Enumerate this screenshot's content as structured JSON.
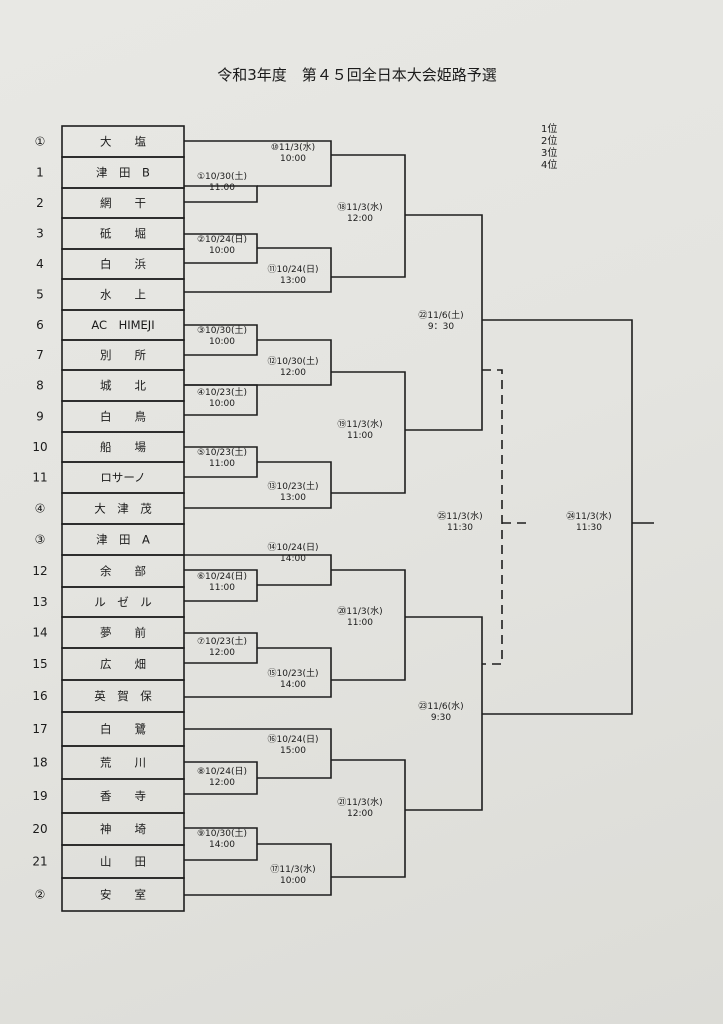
{
  "title": "令和3年度　第４５回全日本大会姫路予選",
  "ranks": [
    "1位",
    "2位",
    "3位",
    "4位"
  ],
  "teams": [
    {
      "seed": "①",
      "name": "大　　塩"
    },
    {
      "seed": "1",
      "name": "津　田　B"
    },
    {
      "seed": "2",
      "name": "網　　干"
    },
    {
      "seed": "3",
      "name": "砥　　堀"
    },
    {
      "seed": "4",
      "name": "白　　浜"
    },
    {
      "seed": "5",
      "name": "水　　上"
    },
    {
      "seed": "6",
      "name": "AC　HIMEJI"
    },
    {
      "seed": "7",
      "name": "別　　所"
    },
    {
      "seed": "8",
      "name": "城　　北"
    },
    {
      "seed": "9",
      "name": "白　　鳥"
    },
    {
      "seed": "10",
      "name": "船　　場"
    },
    {
      "seed": "11",
      "name": "ロサーノ"
    },
    {
      "seed": "④",
      "name": "大　津　茂"
    },
    {
      "seed": "③",
      "name": "津　田　A"
    },
    {
      "seed": "12",
      "name": "余　　部"
    },
    {
      "seed": "13",
      "name": "ル　ゼ　ル"
    },
    {
      "seed": "14",
      "name": "夢　　前"
    },
    {
      "seed": "15",
      "name": "広　　畑"
    },
    {
      "seed": "16",
      "name": "英　賀　保"
    },
    {
      "seed": "17",
      "name": "白　　鷺"
    },
    {
      "seed": "18",
      "name": "荒　　川"
    },
    {
      "seed": "19",
      "name": "香　　寺"
    },
    {
      "seed": "20",
      "name": "神　　埼"
    },
    {
      "seed": "21",
      "name": "山　　田"
    },
    {
      "seed": "②",
      "name": "安　　室"
    }
  ],
  "matches": [
    {
      "id": "m1",
      "date": "①10/30(土)",
      "time": "11:00"
    },
    {
      "id": "m2",
      "date": "②10/24(日)",
      "time": "10:00"
    },
    {
      "id": "m3",
      "date": "③10/30(土)",
      "time": "10:00"
    },
    {
      "id": "m4",
      "date": "④10/23(土)",
      "time": "10:00"
    },
    {
      "id": "m5",
      "date": "⑤10/23(土)",
      "time": "11:00"
    },
    {
      "id": "m6",
      "date": "⑥10/24(日)",
      "time": "11:00"
    },
    {
      "id": "m7",
      "date": "⑦10/23(土)",
      "time": "12:00"
    },
    {
      "id": "m8",
      "date": "⑧10/24(日)",
      "time": "12:00"
    },
    {
      "id": "m9",
      "date": "⑨10/30(土)",
      "time": "14:00"
    },
    {
      "id": "m10",
      "date": "⑩11/3(水)",
      "time": "10:00"
    },
    {
      "id": "m11",
      "date": "⑪10/24(日)",
      "time": "13:00"
    },
    {
      "id": "m12",
      "date": "⑫10/30(土)",
      "time": "12:00"
    },
    {
      "id": "m13",
      "date": "⑬10/23(土)",
      "time": "13:00"
    },
    {
      "id": "m14",
      "date": "⑭10/24(日)",
      "time": "14:00"
    },
    {
      "id": "m15",
      "date": "⑮10/23(土)",
      "time": "14:00"
    },
    {
      "id": "m16",
      "date": "⑯10/24(日)",
      "time": "15:00"
    },
    {
      "id": "m17",
      "date": "⑰11/3(水)",
      "time": "10:00"
    },
    {
      "id": "m18",
      "date": "⑱11/3(水)",
      "time": "12:00"
    },
    {
      "id": "m19",
      "date": "⑲11/3(水)",
      "time": "11:00"
    },
    {
      "id": "m20",
      "date": "⑳11/3(水)",
      "time": "11:00"
    },
    {
      "id": "m21",
      "date": "㉑11/3(水)",
      "time": "12:00"
    },
    {
      "id": "m22",
      "date": "㉒11/6(土)",
      "time": "9：30"
    },
    {
      "id": "m23",
      "date": "㉓11/6(水)",
      "time": "9:30"
    },
    {
      "id": "m24",
      "date": "㉔11/3(水)",
      "time": "11:30"
    },
    {
      "id": "m25",
      "date": "㉕11/3(水)",
      "time": "11:30"
    }
  ]
}
